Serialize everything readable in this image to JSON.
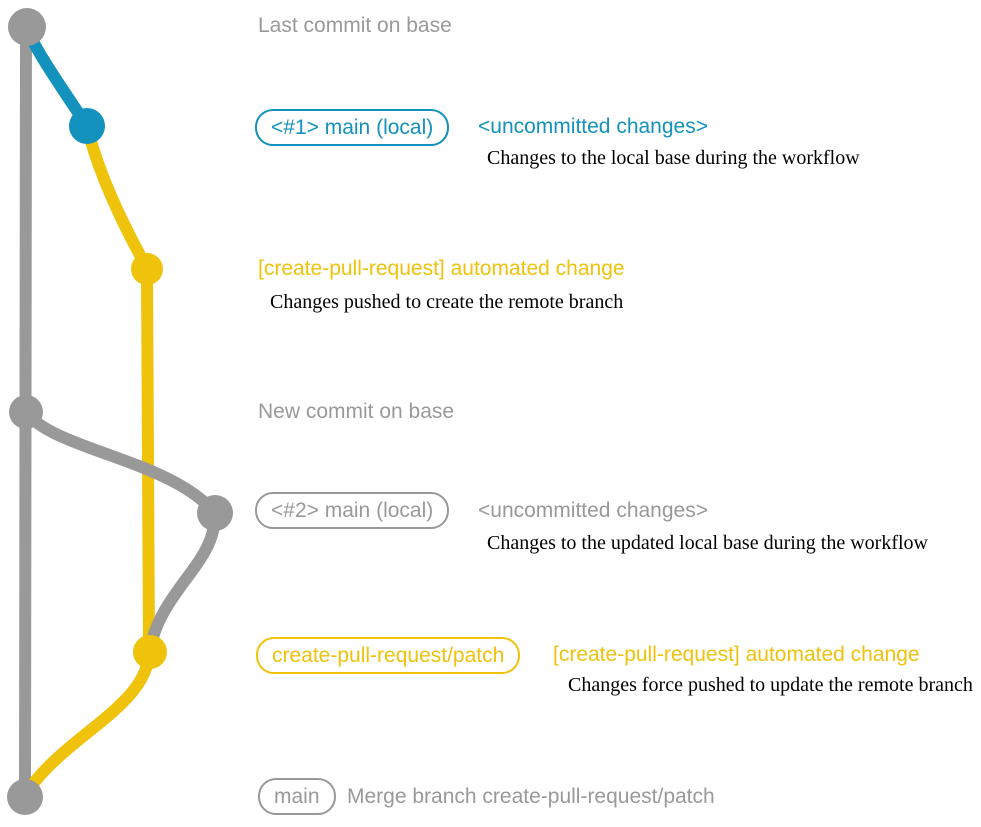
{
  "colors": {
    "blue": "#1292BD",
    "yellow": "#EFC20B",
    "gray": "#999999",
    "description_text": "#000000",
    "background": "#FFFFFF"
  },
  "annotations": {
    "last_commit_label": "Last commit on base",
    "new_commit_label": "New commit on base",
    "row_main_local_1": {
      "tag": "<#1> main (local)",
      "message": "<uncommitted changes>",
      "description": "Changes to the local base during the workflow"
    },
    "row_automated_change_1": {
      "message": "[create-pull-request] automated change",
      "description": "Changes pushed to create the remote branch"
    },
    "row_main_local_2": {
      "tag": "<#2> main (local)",
      "message": "<uncommitted changes>",
      "description": "Changes to the updated local base during the workflow"
    },
    "row_patch_branch": {
      "tag": "create-pull-request/patch",
      "message": "[create-pull-request] automated change",
      "description": "Changes force pushed to update the remote branch"
    },
    "row_merge": {
      "tag": "main",
      "message": "Merge branch create-pull-request/patch"
    }
  }
}
